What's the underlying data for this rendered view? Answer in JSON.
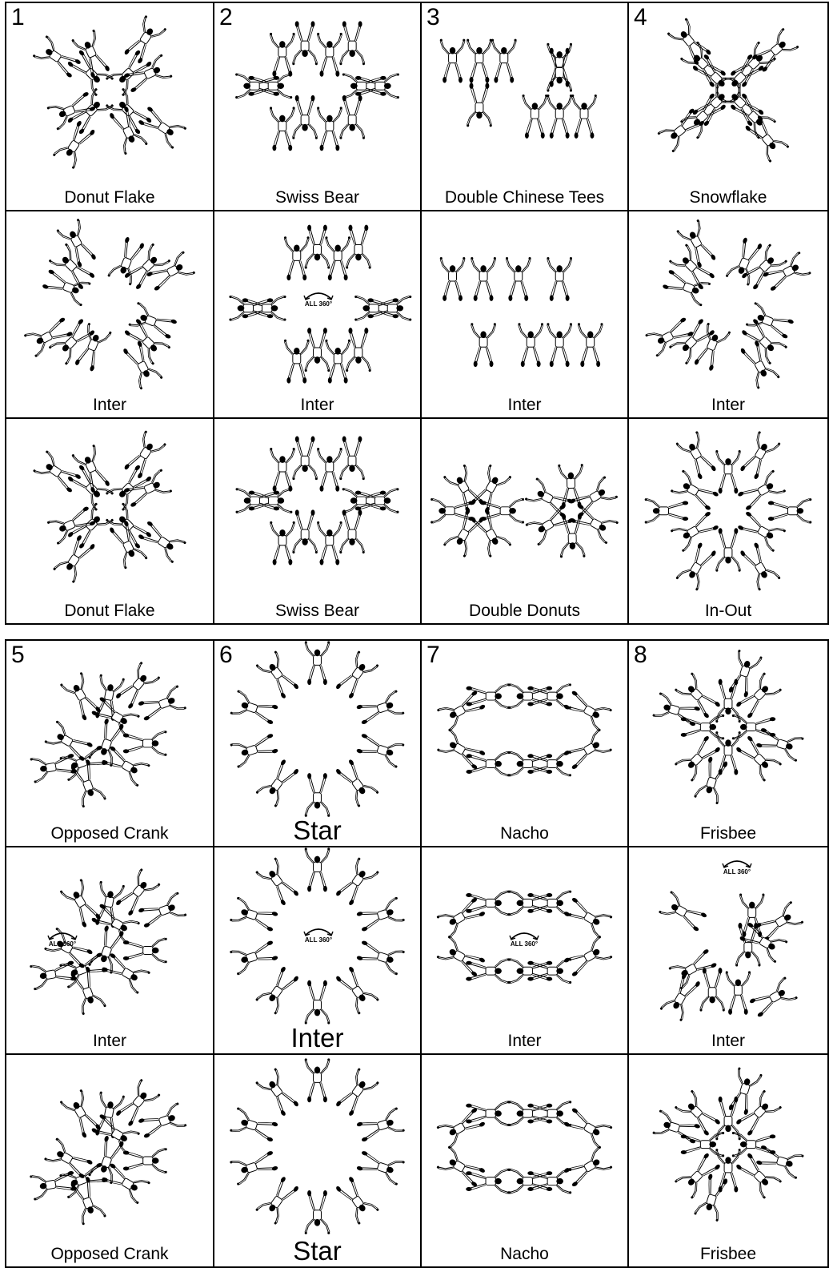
{
  "colors": {
    "ink": "#000000",
    "paper": "#ffffff"
  },
  "icons": {
    "rotation": "curved-arrow-icon",
    "jumper": "skydiver-icon"
  },
  "rotation_label": "ALL 360°",
  "groups": [
    {
      "numbers": [
        "1",
        "2",
        "3",
        "4"
      ],
      "rows": [
        [
          "Donut Flake",
          "Swiss Bear",
          "Double Chinese Tees",
          "Snowflake"
        ],
        [
          "Inter",
          "Inter",
          "Inter",
          "Inter"
        ],
        [
          "Donut Flake",
          "Swiss Bear",
          "Double Donuts",
          "In-Out"
        ]
      ]
    },
    {
      "numbers": [
        "5",
        "6",
        "7",
        "8"
      ],
      "rows": [
        [
          "Opposed Crank",
          "Star",
          "Nacho",
          "Frisbee"
        ],
        [
          "Inter",
          "Inter",
          "Inter",
          "Inter"
        ],
        [
          "Opposed Crank",
          "Star",
          "Nacho",
          "Frisbee"
        ]
      ]
    }
  ]
}
